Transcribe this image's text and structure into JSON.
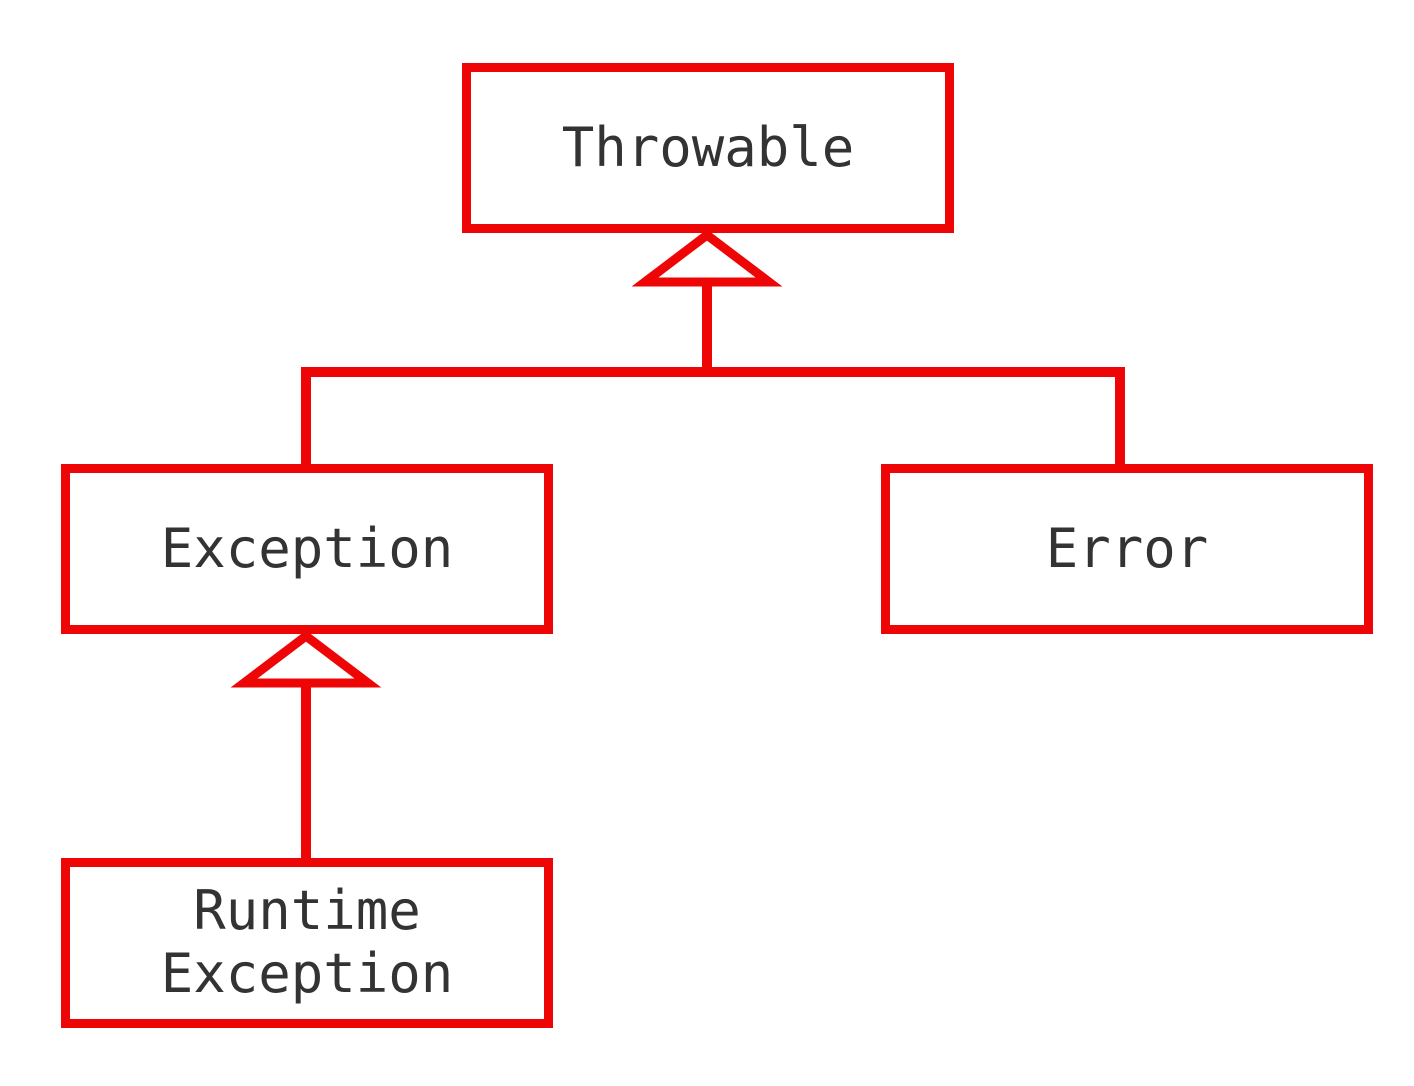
{
  "diagram": {
    "kind": "class-inheritance-hierarchy",
    "background_color": "#ffffff",
    "line_color": "#ee0606",
    "text_color": "#333333",
    "nodes": [
      {
        "id": "throwable",
        "label": "Throwable"
      },
      {
        "id": "exception",
        "label": "Exception"
      },
      {
        "id": "error",
        "label": "Error"
      },
      {
        "id": "runtime-exception",
        "label": "Runtime\nException"
      }
    ],
    "edges": [
      {
        "from": "exception",
        "to": "throwable",
        "relation": "inheritance",
        "arrowhead": "hollow-triangle"
      },
      {
        "from": "error",
        "to": "throwable",
        "relation": "inheritance",
        "arrowhead": "hollow-triangle"
      },
      {
        "from": "runtime-exception",
        "to": "exception",
        "relation": "inheritance",
        "arrowhead": "hollow-triangle"
      }
    ]
  }
}
